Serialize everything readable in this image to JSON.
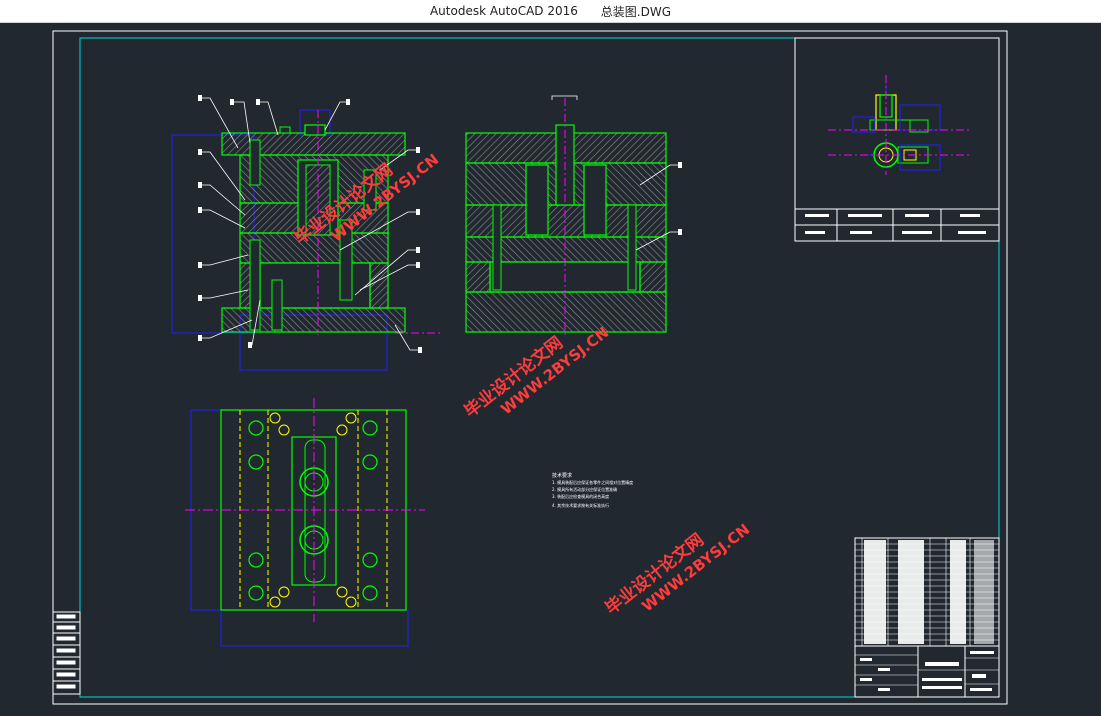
{
  "window": {
    "app_name": "Autodesk AutoCAD 2016",
    "file_name": "总装图.DWG"
  },
  "drawing": {
    "tech_notes_title": "技术要求",
    "tech_notes": [
      "1. 模具装配后应保证各零件之间相对位置精度",
      "2. 模具所有活动部分应保证位置准确",
      "3. 装配后应检查模具的闭合高度",
      "4. 其余技术要求按有关标准执行"
    ],
    "watermark_cn": "毕业设计论文网",
    "watermark_url": "WWW.2BYSJ.CN"
  },
  "colors": {
    "background": "#212830",
    "border": "#ffffff",
    "inner_frame": "#00d8d8",
    "outline": "#00ff00",
    "hatch": "#a0a0a0",
    "dimension": "#2020ff",
    "centerline": "#ff00ff",
    "hidden": "#ffff00",
    "watermark": "#ff3b3b"
  }
}
